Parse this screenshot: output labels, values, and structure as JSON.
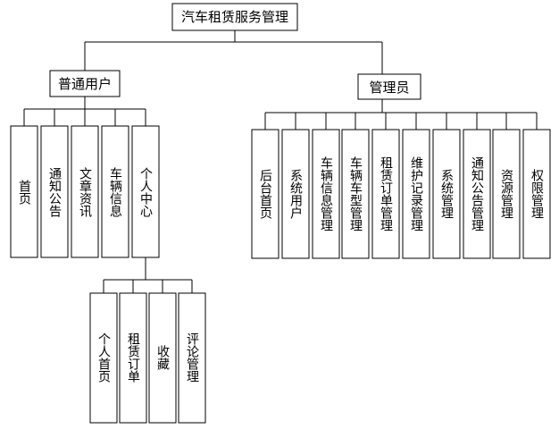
{
  "root": {
    "label": "汽车租赁服务管理"
  },
  "user": {
    "label": "普通用户",
    "children": [
      {
        "label": "首页"
      },
      {
        "label": "通知公告"
      },
      {
        "label": "文章资讯"
      },
      {
        "label": "车辆信息"
      },
      {
        "label": "个人中心"
      }
    ],
    "center": {
      "children": [
        {
          "label": "个人首页"
        },
        {
          "label": "租赁订单"
        },
        {
          "label": "收藏"
        },
        {
          "label": "评论管理"
        }
      ]
    }
  },
  "admin": {
    "label": "管理员",
    "children": [
      {
        "label": "后台首页"
      },
      {
        "label": "系统用户"
      },
      {
        "label": "车辆信息管理"
      },
      {
        "label": "车辆车型管理"
      },
      {
        "label": "租赁订单管理"
      },
      {
        "label": "维护记录管理"
      },
      {
        "label": "系统管理"
      },
      {
        "label": "通知公告管理"
      },
      {
        "label": "资源管理"
      },
      {
        "label": "权限管理"
      }
    ]
  }
}
